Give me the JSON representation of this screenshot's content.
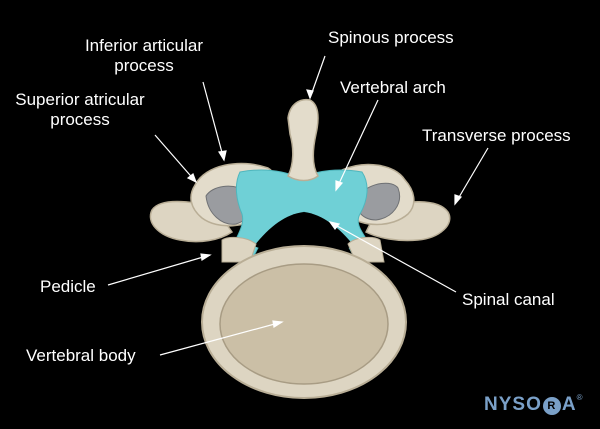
{
  "labels": {
    "spinous_process": "Spinous process",
    "inferior_articular_process": "Inferior articular process",
    "inferior_line1": "Inferior articular",
    "inferior_line2": "process",
    "vertebral_arch": "Vertebral arch",
    "superior_articular_process": "Superior atricular process",
    "superior_line1": "Superior atricular",
    "superior_line2": "process",
    "transverse_process": "Transverse process",
    "pedicle": "Pedicle",
    "spinal_canal": "Spinal canal",
    "vertebral_body": "Vertebral body"
  },
  "logo": {
    "name_left": "NYSO",
    "circle_letter": "R",
    "name_right": "A",
    "registered": "®"
  },
  "colors": {
    "background": "#000000",
    "bone": "#e3dccb",
    "bone_shadow": "#b9ae96",
    "arch_highlight": "#6fd0d6",
    "label_text": "#ffffff",
    "logo": "#7aa0c8"
  }
}
